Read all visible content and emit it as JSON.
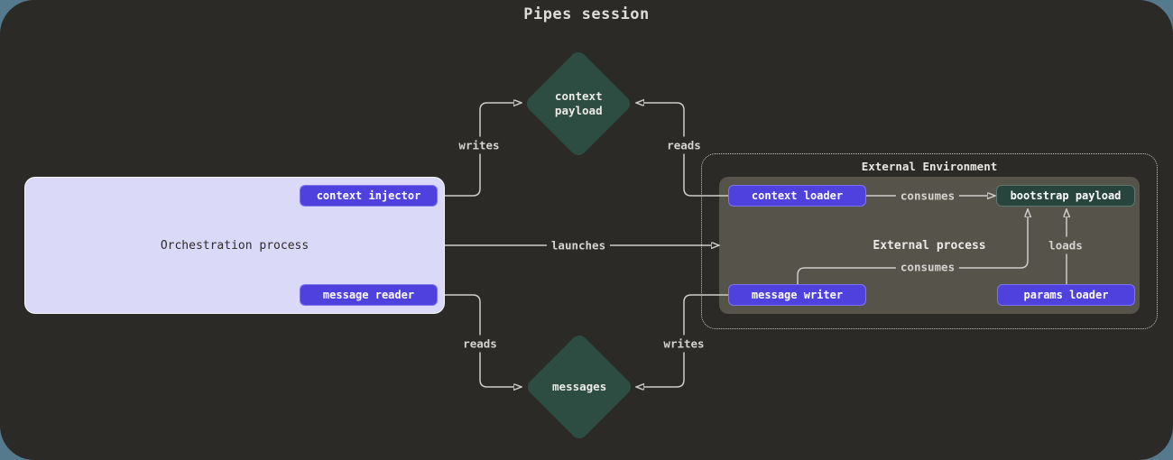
{
  "title": "Pipes session",
  "nodes": {
    "orchestration_process": "Orchestration process",
    "external_environment": "External Environment",
    "external_process": "External process",
    "context_payload": "context payload",
    "messages": "messages"
  },
  "buttons": {
    "context_injector": "context injector",
    "message_reader": "message reader",
    "context_loader": "context loader",
    "bootstrap_payload": "bootstrap payload",
    "message_writer": "message writer",
    "params_loader": "params loader"
  },
  "edges": {
    "writes_top": "writes",
    "reads_top": "reads",
    "launches": "launches",
    "reads_bottom": "reads",
    "writes_bottom": "writes",
    "consumes_top": "consumes",
    "consumes_bottom": "consumes",
    "loads": "loads"
  },
  "colors": {
    "page_background": "#55798d",
    "canvas_background": "#2b2a27",
    "diamond_green": "#2d4d43",
    "bootstrap_green": "#27453d",
    "button_purple": "#4f41de",
    "orchestration_fill": "#dbd9f8",
    "external_process_fill": "#56534a",
    "edge_line": "#cfcdc9"
  }
}
